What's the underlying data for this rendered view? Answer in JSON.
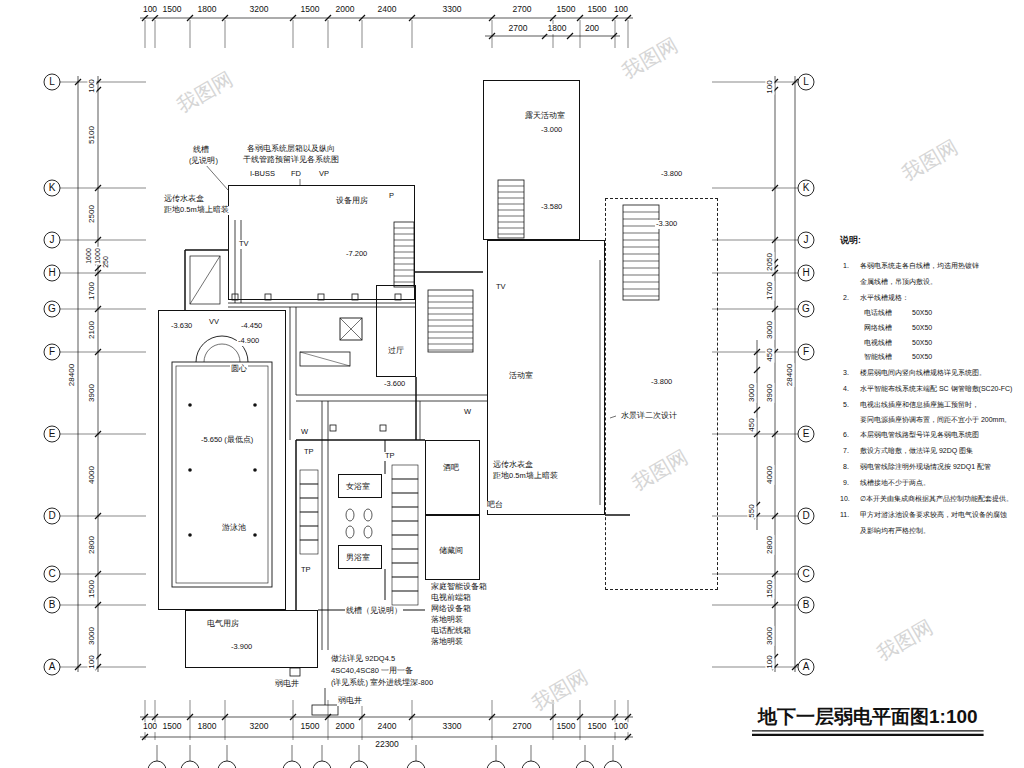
{
  "diagram": {
    "title": "地下一层弱电平面图1:100",
    "nodes": [
      {
        "text": [
          "露天活动室"
        ]
      },
      {
        "text": [
          "设备用房"
        ]
      },
      {
        "text": [
          "过厅"
        ]
      },
      {
        "text": [
          "活动室"
        ]
      },
      {
        "text": [
          "游泳池"
        ]
      },
      {
        "text": [
          "女浴室"
        ]
      },
      {
        "text": [
          "男浴室"
        ]
      },
      {
        "text": [
          "酒吧"
        ]
      },
      {
        "text": [
          "储藏间"
        ]
      },
      {
        "text": [
          "电气用房"
        ]
      },
      {
        "text": [
          "水景详二次设计"
        ]
      }
    ],
    "labels": [
      "100",
      "1500",
      "1800",
      "3200",
      "1500",
      "2000",
      "2400",
      "3300",
      "2700",
      "1500",
      "1500",
      "100",
      "2700",
      "1800",
      "200",
      "100",
      "1500",
      "1800",
      "3200",
      "1500",
      "2000",
      "2400",
      "3300",
      "2700",
      "1500",
      "1500",
      "100",
      "22300",
      "100",
      "5100",
      "2500",
      "1600",
      "1000",
      "250",
      "1700",
      "2100",
      "3900",
      "4000",
      "2800",
      "1500",
      "3000",
      "100",
      "28400",
      "100",
      "2050",
      "1700",
      "3000",
      "450",
      "3900",
      "4000",
      "2800",
      "1500",
      "3000",
      "100",
      "3000",
      "450",
      "550",
      "28400",
      "L",
      "K",
      "J",
      "H",
      "G",
      "F",
      "E",
      "D",
      "C",
      "B",
      "A",
      "L",
      "K",
      "J",
      "H",
      "G",
      "F",
      "E",
      "D",
      "C",
      "B",
      "A",
      "-3.000",
      "-3.580",
      "-3.800",
      "-3.300",
      "-3.800",
      "-7.200",
      "-3.630",
      "-4.450",
      "-4.900",
      "-3.600",
      "-5.650 (最低点)",
      "-3.900",
      "线槽",
      "(见说明)",
      "各弱电系统层箱以及纵向",
      "干线管路预留详见各系统图",
      "I-BUSS",
      "FD",
      "VP",
      "远传水表盒",
      "距地0.5m墙上暗装",
      "圆心",
      "远传水表盒",
      "距地0.5m墙上暗装",
      "吧台",
      "家庭智能设备箱",
      "电视前端箱",
      "网络设备箱",
      "落地明装",
      "电话配线箱",
      "落地明装",
      "线槽（见说明）",
      "做法详见 92DQ4.5",
      "4SC40,4SC80 一用一备",
      "(详见系统) 室外进线埋深-800",
      "弱电井",
      "弱电井",
      "TV",
      "TV",
      "TP",
      "TP",
      "TP",
      "VV",
      "W",
      "W",
      "P",
      "说明:",
      "1.",
      "各弱电系统走各自线槽，均选用热镀锌",
      "金属线槽，吊顶内敷设。",
      "2.",
      "水平线槽规格：",
      "电话线槽",
      "50X50",
      "网络线槽",
      "50X50",
      "电视线槽",
      "50X50",
      "智能线槽",
      "50X50",
      "3.",
      "楼层弱电间内竖向线槽规格详见系统图。",
      "4.",
      "水平智能布线系统末端配 SC 钢管暗敷(SC20-FC)",
      "5.",
      "电视出线插座和信息插座施工预留时，",
      "要同电源插座协调布置，间距不宜小于 200mm。",
      "6.",
      "本层弱电管线路型号详见各弱电系统图",
      "7.",
      "敷设方式暗敷，做法详见 92DQ 图集",
      "8.",
      "弱电管线除注明外现场情况按 92DQ1 配管",
      "9.",
      "线槽接地不少于两点。",
      "10.",
      "∅本开关由集成商根据其产品控制功能配套提供。",
      "11.",
      "甲方对游泳池设备要求较高，对电气设备的腐蚀",
      "及影响均有严格控制。",
      "我图网",
      "我图网",
      "我图网",
      "我图网",
      "我图网",
      "我图网"
    ]
  }
}
